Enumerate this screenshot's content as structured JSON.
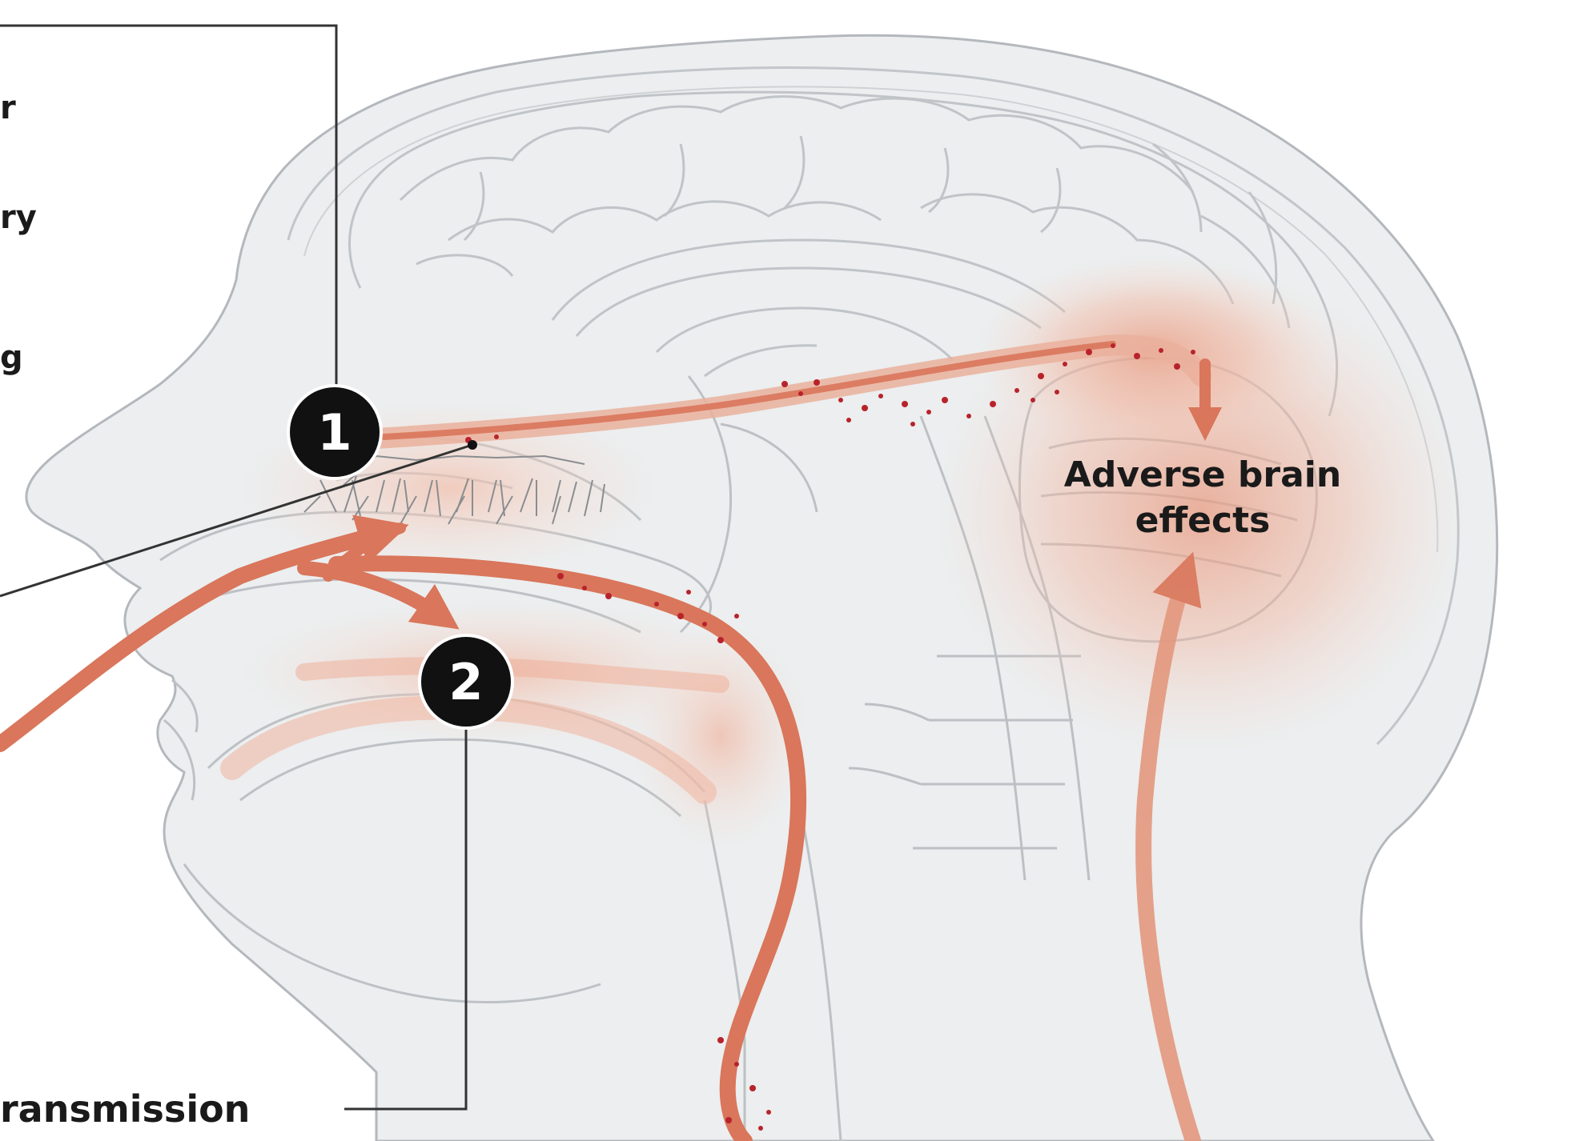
{
  "left_panel": {
    "text_fragments": [
      "r",
      "ry",
      "g"
    ]
  },
  "callout_1": {
    "number": "1"
  },
  "callout_2": {
    "number": "2"
  },
  "target_label": {
    "line1": "Adverse brain",
    "line2": "effects"
  },
  "bottom_label": {
    "text": "ransmission"
  },
  "colors": {
    "flow": "#d9765b",
    "flow_soft": "#eeb8a4",
    "outline": "#b4b8bd",
    "head_fill": "#eceeef",
    "badge": "#111111",
    "particle": "#b8232b",
    "leader": "#333333"
  },
  "icons": {
    "callout_badge": "black-circle-number",
    "flow_arrow": "curved-arrow",
    "particle": "dot"
  }
}
